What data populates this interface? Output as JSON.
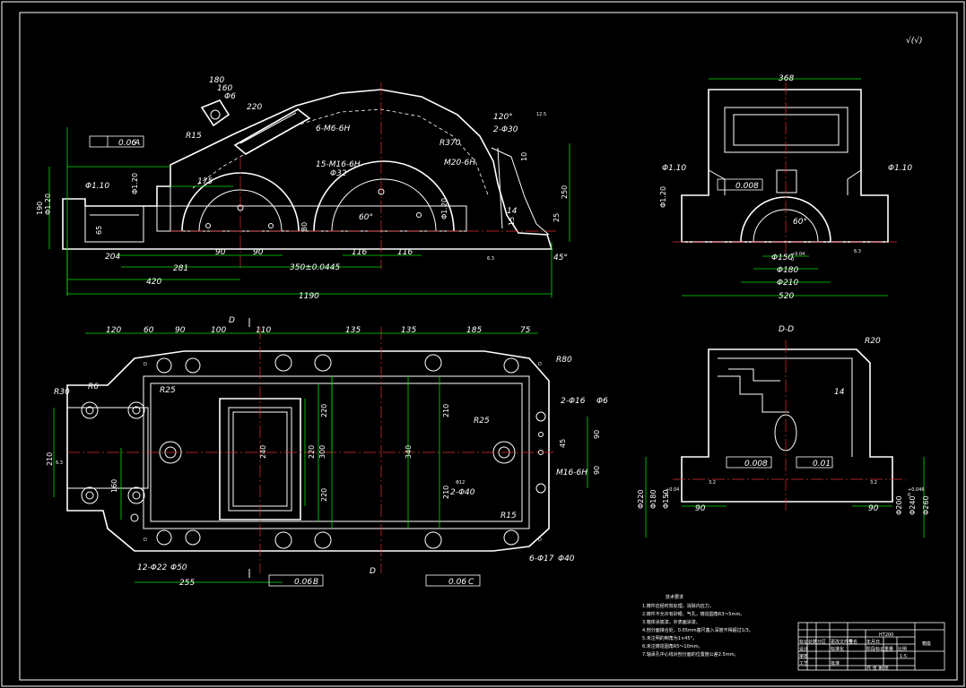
{
  "roughness_symbol": "√(√)",
  "front_view": {
    "dims": [
      "180",
      "160",
      "Φ6",
      "220",
      "R15",
      "6-M6-6H",
      "0.06",
      "A",
      "R370",
      "120°",
      "2-Φ30",
      "M20-6H",
      "15-M16-6H",
      "Φ32",
      "Φ1.20",
      "Φ1.10",
      "175",
      "Φ1.20",
      "60°",
      "80",
      "190",
      "65",
      "90",
      "90",
      "116",
      "116",
      "204",
      "281",
      "350±0.0445",
      "420",
      "1190",
      "250",
      "10",
      "14",
      "15",
      "25",
      "45°",
      "Φ1.20",
      "12.5",
      "6.3"
    ]
  },
  "side_view": {
    "dims": [
      "368",
      "Φ1.10",
      "Φ1.10",
      "0.008",
      "Φ1.20",
      "60°",
      "Φ150",
      "Φ180",
      "Φ210",
      "520",
      "6.3"
    ],
    "phi150_tol": [
      "+0.04",
      "0"
    ]
  },
  "top_view": {
    "dims": [
      "120",
      "60",
      "90",
      "100",
      "110",
      "135",
      "135",
      "185",
      "75",
      "R30",
      "R6",
      "R25",
      "R80",
      "2-Φ16",
      "Φ6",
      "220",
      "210",
      "220",
      "340",
      "R25",
      "90",
      "45",
      "210",
      "M16-6H",
      "90",
      "2-Φ40",
      "Φ12",
      "6.3",
      "R15",
      "6-Φ17",
      "Φ40",
      "12-Φ22",
      "Φ50",
      "255",
      "0.06",
      "B",
      "0.06",
      "C",
      "D",
      "D",
      "D",
      "D",
      "D",
      "D",
      "210",
      "220",
      "240",
      "300",
      "160"
    ]
  },
  "section_view": {
    "title": "D-D",
    "dims": [
      "R20",
      "14",
      "0.008",
      "0.01",
      "Φ220",
      "Φ180",
      "Φ150",
      "Φ200",
      "Φ240",
      "Φ260",
      "90",
      "90",
      "3.2",
      "3.2"
    ],
    "tolerances": [
      "+0.04",
      "0",
      "+0.046",
      "0"
    ]
  },
  "notes": {
    "heading": "技术要求",
    "items": [
      "1.铸件应经时效处理，消除内应力。",
      "2.铸件不允许有砂眼、气孔，铸造圆角R3～5mm。",
      "3.箱体涂底漆，外表面涂漆。",
      "4.剖分面接合处，0.05mm塞尺塞入深度不得超过1/3。",
      "5.未注明的倒角为1×45°。",
      "6.未注铸造圆角R5～10mm。",
      "7.轴承孔中心线对剖分面的位置度公差2.5mm。"
    ]
  },
  "title_block": {
    "name": "箱座",
    "part": "HT200",
    "scale": "1:5",
    "cells": [
      "标记",
      "处数",
      "分区",
      "更改文件号",
      "签名",
      "年月日",
      "设计",
      "标准化",
      "审核",
      "工艺",
      "批准",
      "阶段标记",
      "重量",
      "比例",
      "共  张  第  张"
    ]
  }
}
